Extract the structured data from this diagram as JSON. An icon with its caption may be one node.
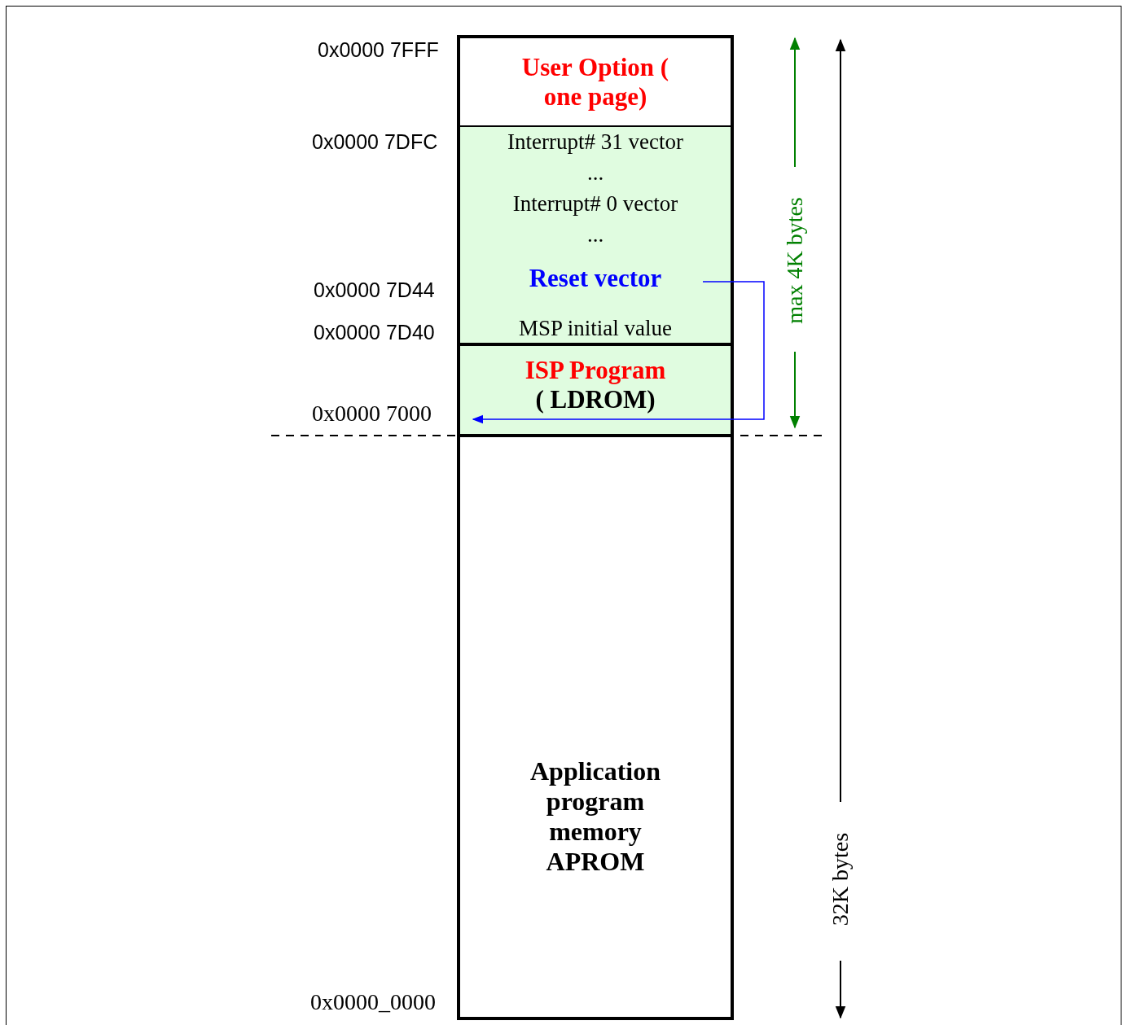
{
  "diagram": {
    "nodes": [
      {
        "text": [
          "User Option ( one page)"
        ]
      },
      {
        "text": [
          "Interrupt# 31 vector"
        ]
      },
      {
        "text": [
          "..."
        ]
      },
      {
        "text": [
          "Interrupt# 0 vector"
        ]
      },
      {
        "text": [
          "..."
        ]
      },
      {
        "text": [
          "Reset vector"
        ]
      },
      {
        "text": [
          "MSP initial value"
        ]
      },
      {
        "text": [
          "ISP Program",
          "( LDROM)"
        ]
      },
      {
        "text": [
          "Application program memory APROM"
        ]
      }
    ],
    "edges": [
      {
        "from": 5,
        "to": 7,
        "arrow": "to",
        "color": "#0000ff"
      }
    ],
    "labels": [
      "0x0000 7FFF",
      "0x0000 7DFC",
      "0x0000 7D44",
      "0x0000 7D40",
      "0x0000 7000",
      "0x0000_0000",
      "max 4K bytes",
      "32K bytes"
    ]
  }
}
